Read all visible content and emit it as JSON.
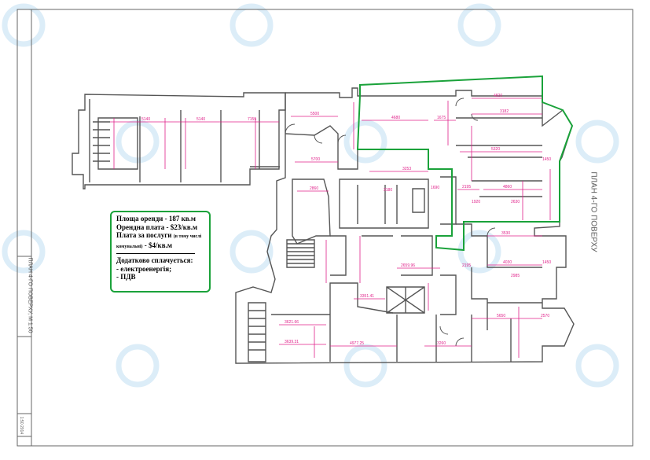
{
  "plan": {
    "side_title": "ПЛАН 4-ГО ПОВЕРХУ",
    "frame_title": "ПЛАН 4-ГО ПОВЕРХУ, М 1:50",
    "frame_number": "1:50 2014",
    "colors": {
      "walls": "#444444",
      "dimensions": "#e0218a",
      "highlight": "#1aa23a",
      "watermark": "#d9eef9"
    }
  },
  "info": {
    "line1": "Площа оренди - 187 кв.м",
    "line2": "Орендна плата - $23/кв.м",
    "line3a": "Плата за послуги",
    "line3b": "(в тому числі",
    "line3c": "комунальні)",
    "line3d": "- $4/кв.м",
    "extra_title": "Додатково сплачується:",
    "extra1": " - електроенергія;",
    "extra2": " - ПДВ"
  },
  "dims": [
    {
      "id": "d1",
      "t": "5140"
    },
    {
      "id": "d2",
      "t": "5140"
    },
    {
      "id": "d3",
      "t": "7155"
    },
    {
      "id": "d4",
      "t": "5500"
    },
    {
      "id": "d5",
      "t": "4680"
    },
    {
      "id": "d6",
      "t": "1675"
    },
    {
      "id": "d7",
      "t": "4820"
    },
    {
      "id": "d8",
      "t": "3182"
    },
    {
      "id": "d9",
      "t": "5700"
    },
    {
      "id": "d10",
      "t": "5320"
    },
    {
      "id": "d11",
      "t": "3253"
    },
    {
      "id": "d12",
      "t": "2860"
    },
    {
      "id": "d13",
      "t": "2195"
    },
    {
      "id": "d14",
      "t": "4860"
    },
    {
      "id": "d15",
      "t": "1450"
    },
    {
      "id": "d16",
      "t": "3530"
    },
    {
      "id": "d17",
      "t": "4030"
    },
    {
      "id": "d18",
      "t": "1450"
    },
    {
      "id": "d19",
      "t": "2195"
    },
    {
      "id": "d20",
      "t": "2659.96"
    },
    {
      "id": "d21",
      "t": "3351.41"
    },
    {
      "id": "d22",
      "t": "3621.66"
    },
    {
      "id": "d23",
      "t": "3639.31"
    },
    {
      "id": "d24",
      "t": "4977.25"
    },
    {
      "id": "d25",
      "t": "3260"
    },
    {
      "id": "d26",
      "t": "5650"
    },
    {
      "id": "d27",
      "t": "2570"
    },
    {
      "id": "d28",
      "t": "1920"
    },
    {
      "id": "d29",
      "t": "3180"
    },
    {
      "id": "d30",
      "t": "2630"
    },
    {
      "id": "d31",
      "t": "1690"
    },
    {
      "id": "d32",
      "t": "2985"
    }
  ]
}
